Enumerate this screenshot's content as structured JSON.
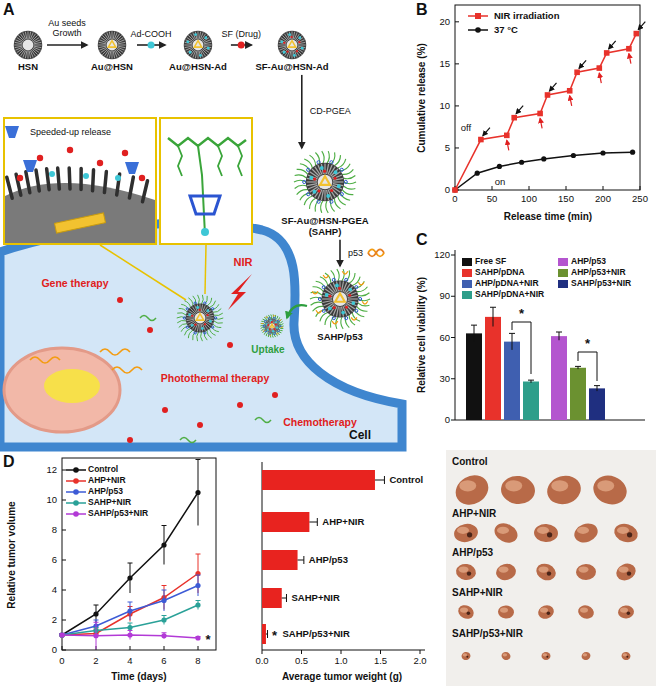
{
  "diagram": {
    "nodes": [
      {
        "text": [
          "HSN"
        ]
      },
      {
        "text": [
          "Au@HSN"
        ]
      },
      {
        "text": [
          "Au@HSN-Ad"
        ]
      },
      {
        "text": [
          "SF-Au@HSN-Ad"
        ]
      },
      {
        "text": [
          "SF-Au@HSN-PGEA (SAHP)"
        ]
      },
      {
        "text": [
          "SAHP/p53"
        ]
      }
    ],
    "edges": [
      {
        "from": 0,
        "to": 1,
        "label": "Au seeds Growth",
        "arrow": "to"
      },
      {
        "from": 1,
        "to": 2,
        "label": "Ad-COOH",
        "arrow": "to"
      },
      {
        "from": 2,
        "to": 3,
        "label": "SF (Drug)",
        "arrow": "to"
      },
      {
        "from": 3,
        "to": 4,
        "label": "CD-PGEA",
        "arrow": "to"
      },
      {
        "from": 4,
        "to": 5,
        "label": "p53",
        "arrow": "to"
      }
    ],
    "labels": [
      "A",
      "Speeded-up release",
      "NIR",
      "Gene therapy",
      "Photothermal therapy",
      "Chemotherapy",
      "Uptake",
      "Cell",
      "B",
      "off",
      "on",
      "Cumulative release (%)",
      "Release time (min)",
      "0",
      "5",
      "10",
      "15",
      "20",
      "0",
      "50",
      "100",
      "150",
      "200",
      "250",
      "C",
      "Relative cell viability (%)",
      "0",
      "30",
      "60",
      "90",
      "120",
      "*",
      "*",
      "D",
      "Relative tumor volume",
      "Time (days)",
      "0",
      "2",
      "4",
      "6",
      "8",
      "10",
      "12",
      "0",
      "2",
      "4",
      "6",
      "8",
      "*",
      "Average tumor weight (g)",
      "0.0",
      "0.5",
      "1.0",
      "1.5",
      "2.0",
      "Control",
      "AHP+NIR",
      "AHP/p53",
      "SAHP+NIR",
      "SAHP/p53+NIR",
      "*",
      "Control",
      "AHP+NIR",
      "AHP/p53",
      "SAHP+NIR",
      "SAHP/p53+NIR"
    ],
    "legend": [
      {
        "text": "NIR irradiation"
      },
      {
        "text": "37 °C"
      },
      {
        "text": "Free SF",
        "color": "#111111"
      },
      {
        "text": "SAHP/pDNA",
        "color": "#e8322b"
      },
      {
        "text": "AHP/pDNA+NIR",
        "color": "#3f5fb0"
      },
      {
        "text": "SAHP/pDNA+NIR",
        "color": "#2e9e8a"
      },
      {
        "text": "AHP/p53",
        "color": "#b455cf"
      },
      {
        "text": "AHP/p53+NIR",
        "color": "#6b9130"
      },
      {
        "text": "SAHP/p53+NIR",
        "color": "#1f2f80"
      },
      {
        "text": "Control"
      },
      {
        "text": "AHP+NIR"
      },
      {
        "text": "AHP/p53"
      },
      {
        "text": "SAHP+NIR"
      },
      {
        "text": "SAHP/p53+NIR"
      }
    ]
  }
}
